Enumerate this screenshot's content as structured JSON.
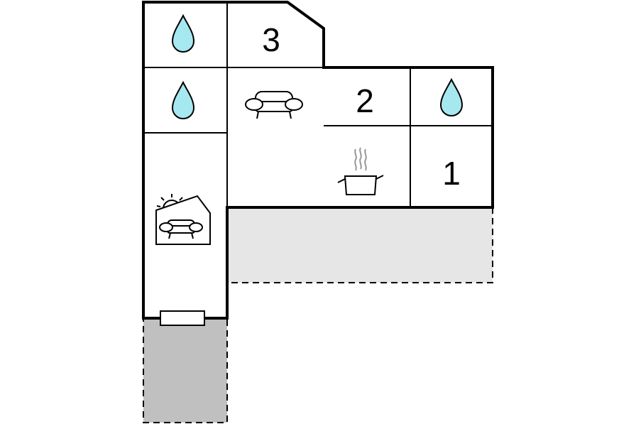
{
  "rooms": {
    "room_1": "1",
    "room_2": "2",
    "room_3": "3"
  },
  "icons": [
    "water-drop-icon",
    "sofa-icon",
    "cooking-pot-icon",
    "sunroom-sofa-icon",
    "door-icon"
  ],
  "colors": {
    "wall": "#000000",
    "water_drop": "#a6e8f0",
    "terrace": "#e6e6e6",
    "entrance": "#c0c0c0"
  }
}
